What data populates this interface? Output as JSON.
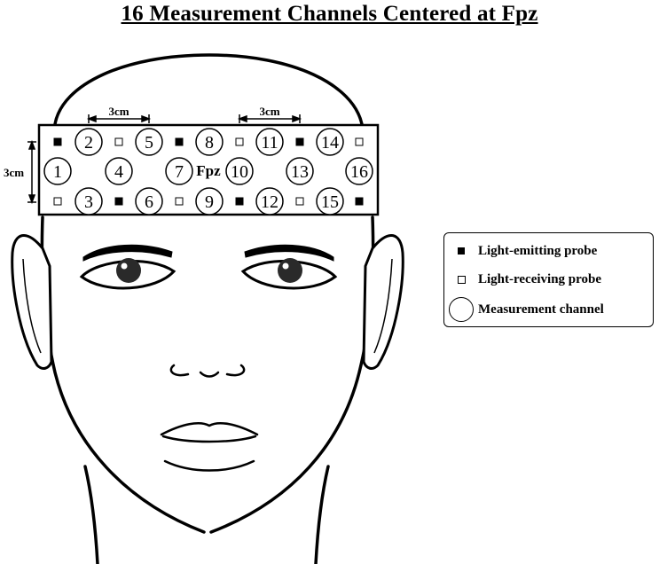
{
  "title": "16 Measurement Channels Centered at Fpz",
  "dimensions": {
    "horizontal_spacing_top_left": "3cm",
    "horizontal_spacing_top_right": "3cm",
    "vertical_spacing": "3cm"
  },
  "center_label": "Fpz",
  "channels": [
    "1",
    "2",
    "3",
    "4",
    "5",
    "6",
    "7",
    "8",
    "9",
    "10",
    "11",
    "12",
    "13",
    "14",
    "15",
    "16"
  ],
  "legend": {
    "emitter_label": "Light-emitting probe",
    "receiver_label": "Light-receiving probe",
    "channel_label": "Measurement channel"
  },
  "colors": {
    "line": "#000000",
    "background": "#ffffff",
    "skin": "#ffffff"
  }
}
